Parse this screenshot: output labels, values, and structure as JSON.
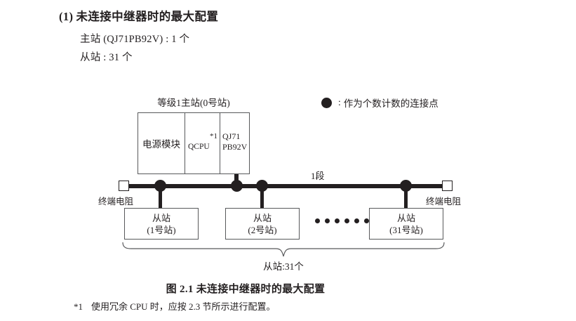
{
  "heading": {
    "number": "(1)",
    "text": "未连接中继器时的最大配置"
  },
  "spec_lines": [
    "主站 (QJ71PB92V) : 1 个",
    "从站 : 31 个"
  ],
  "legend": {
    "symbol": "filled-circle",
    "colon": ":",
    "text": "作为个数计数的连接点"
  },
  "diagram": {
    "master_label": "等级1主站(0号站)",
    "master_modules": {
      "power": "电源模块",
      "cpu": "QCPU",
      "cpu_note": "*1",
      "network_line1": "QJ71",
      "network_line2": "PB92V"
    },
    "segment_label": "1段",
    "terminator_left": "终端电阻",
    "terminator_right": "终端电阻",
    "slaves": [
      {
        "name": "从站",
        "station": "(1号站)"
      },
      {
        "name": "从站",
        "station": "(2号站)"
      },
      {
        "name": "从站",
        "station": "(31号站)"
      }
    ],
    "ellipsis_count": 6,
    "brace_label": "从站:31个",
    "node_dot_count": 4
  },
  "figure_caption": "图 2.1  未连接中继器时的最大配置",
  "footnote": {
    "mark": "*1",
    "text": "使用冗余 CPU 时，应按 2.3 节所示进行配置。"
  },
  "colors": {
    "ink": "#231f20",
    "box_stroke": "#58595b",
    "background": "#ffffff"
  }
}
